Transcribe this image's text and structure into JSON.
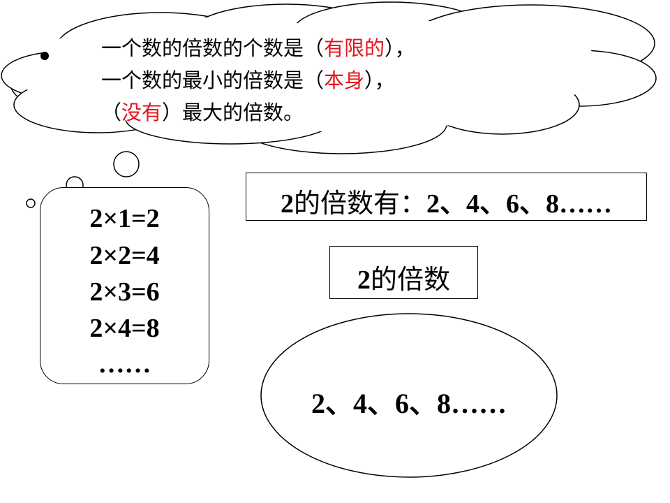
{
  "cloud": {
    "line1": {
      "pre": "一个数的倍数的个数是（",
      "red": "有限的",
      "post": "），"
    },
    "line2": {
      "pre": "一个数的最小的倍数是（",
      "red": "本身",
      "post": "），"
    },
    "line3": {
      "pre": "（",
      "red": "没有",
      "post": "）最大的倍数。"
    }
  },
  "multiples_list_box": {
    "num": "2",
    "label": "的倍数有：",
    "values": "2、4、6、8……"
  },
  "title_box": {
    "num": "2",
    "label": "的倍数"
  },
  "equations": [
    "2×1=2",
    "2×2=4",
    "2×3=6",
    "2×4=8",
    "……"
  ],
  "oval": {
    "values": "2、4、6、8……"
  },
  "colors": {
    "highlight": "#e6141e"
  }
}
